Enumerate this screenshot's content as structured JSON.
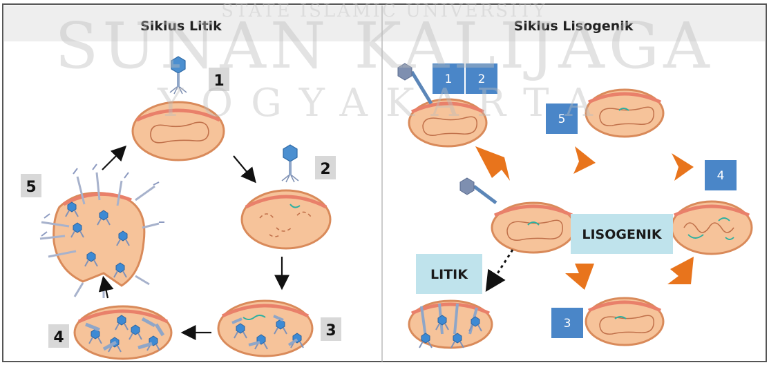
{
  "watermark": {
    "line1": "STATE ISLAMIC UNIVERSITY",
    "line2": "SUNAN KALIJAGA",
    "line3": "YOGYAKARTA"
  },
  "panels": {
    "litik": {
      "title": "Siklus Litik",
      "steps": [
        "1",
        "2",
        "3",
        "4",
        "5"
      ]
    },
    "lisogenik": {
      "title": "Siklus Lisogenik",
      "steps": [
        "1",
        "2",
        "3",
        "4",
        "5"
      ],
      "label_lisogenik": "LISOGENIK",
      "label_litik": "LITIK"
    }
  },
  "colors": {
    "cell_fill": "#f6c39a",
    "cell_stroke": "#d98a5a",
    "cell_band": "#e9806a",
    "arrow_orange": "#e8741c",
    "badge_blue": "#4a86c8",
    "label_bg": "#bfe3ec",
    "phage": "#4b8fd0"
  }
}
